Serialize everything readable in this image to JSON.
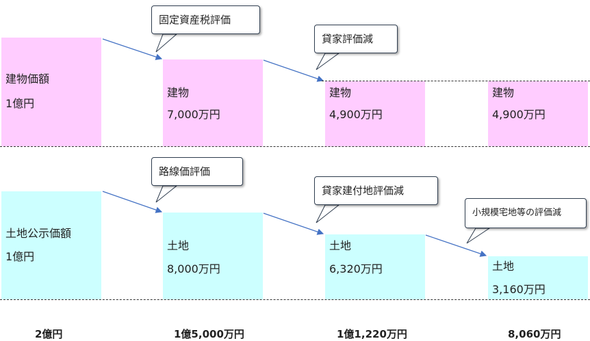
{
  "building": {
    "col1": {
      "title": "建物価額",
      "value": "1億円"
    },
    "col2": {
      "title": "建物",
      "value": "7,000万円"
    },
    "col3": {
      "title": "建物",
      "value": "4,900万円"
    },
    "col4": {
      "title": "建物",
      "value": "4,900万円"
    },
    "color": "#ffccff"
  },
  "land": {
    "col1": {
      "title": "土地公示価額",
      "value": "1億円"
    },
    "col2": {
      "title": "土地",
      "value": "8,000万円"
    },
    "col3": {
      "title": "土地",
      "value": "6,320万円"
    },
    "col4": {
      "title": "土地",
      "value": "3,160万円"
    },
    "color": "#ccffff"
  },
  "callouts": {
    "fixed_asset_tax": "固定資産税評価",
    "rental_house": "貸家評価減",
    "route_price": "路線価評価",
    "rental_land": "貸家建付地評価減",
    "small_residential": "小規模宅地等の評価減"
  },
  "totals": [
    "2億円",
    "1億5,000万円",
    "1億1,220万円",
    "8,060万円"
  ]
}
